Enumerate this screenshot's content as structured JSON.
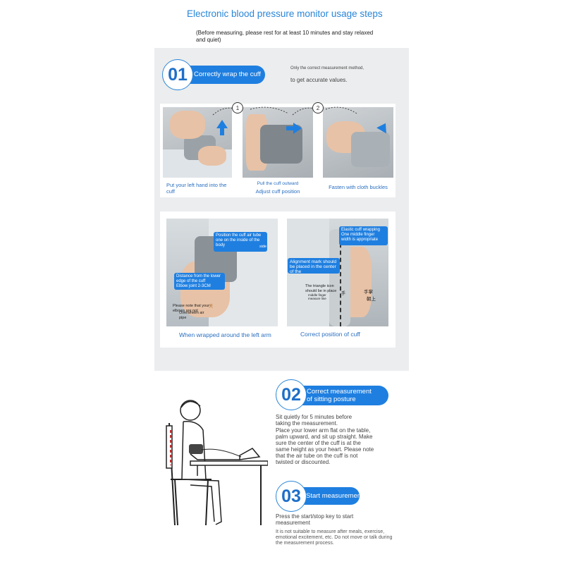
{
  "header": {
    "title": "Electronic blood pressure monitor usage steps",
    "subtitle": "(Before measuring, please rest for at least 10 minutes and stay relaxed and quiet)"
  },
  "step1": {
    "number": "01",
    "label": "Correctly wrap the cuff",
    "note_a": "Only the correct measurement method,",
    "note_b": "to get accurate values.",
    "sub_markers": [
      "1",
      "2"
    ],
    "photos": [
      {
        "caption": "Put your left hand into the cuff"
      },
      {
        "caption_a": "Pull the cuff outward",
        "caption_b": "Adjust cuff position"
      },
      {
        "caption": "Fasten with cloth buckles"
      }
    ],
    "detail_left": {
      "label_a": "Position the cuff air tube",
      "label_b": "one on the inside of the body",
      "label_c": "side",
      "label_d": "Distance from the lower edge of the cuff",
      "label_e": "Elbow joint 2-3CM",
      "note_a": "Please note that your elbows are not",
      "note_b": "Overwhelm air pipe",
      "mark": "关",
      "caption": "When wrapped around the left arm"
    },
    "detail_right": {
      "label_a": "Elastic cuff wrapping",
      "label_b": "One middle finger width is appropriate",
      "label_c": "Alignment mark should",
      "label_d": "be placed in the center of the",
      "note_a": "The triangle icon should be in place",
      "note_b": "middle finger",
      "note_c": "measure line",
      "mark_a": "手",
      "mark_b": "手掌",
      "mark_c": "朝上",
      "caption": "Correct position of cuff"
    }
  },
  "step2": {
    "number": "02",
    "label_a": "Correct measurement",
    "label_b": "of sitting posture",
    "text_a": "Sit quietly for 5 minutes before taking the measurement.",
    "text_b": "Place your lower arm flat on the table, palm upward, and sit up straight. Make sure the center of the cuff is at the same height as your heart. Please note that the air tube on the cuff is not twisted or discounted."
  },
  "step3": {
    "number": "03",
    "label": "Start measurement",
    "text_a": "Press the start/stop key to start measurement",
    "text_b": "It is not suitable to measure after meals, exercise, emotional excitement, etc. Do not move or talk during the measurement process."
  },
  "colors": {
    "accent": "#1f7fe0",
    "title_blue": "#2a86d8",
    "panel": "#ebedee"
  }
}
